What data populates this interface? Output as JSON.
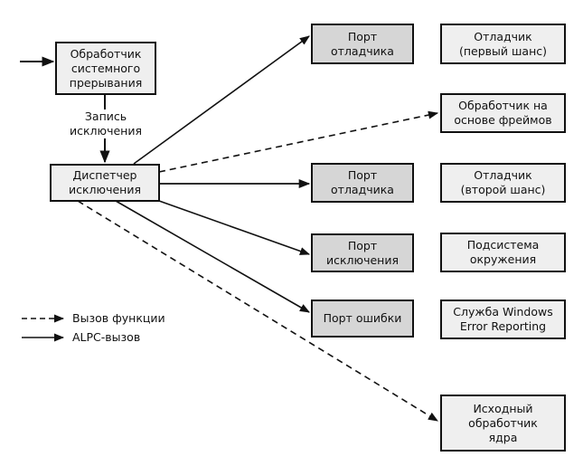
{
  "diagram": {
    "nodes": {
      "trap_handler": "Обработчик\nсистемного\nпрерывания",
      "dispatcher": "Диспетчер\nисключения",
      "debugger_port_1": "Порт\nотладчика",
      "debugger_port_2": "Порт\nотладчика",
      "exception_port": "Порт\nисключения",
      "error_port": "Порт ошибки",
      "debugger_first_chance": "Отладчик\n(первый шанс)",
      "frame_based_handler": "Обработчик на\nоснове фреймов",
      "debugger_second_chance": "Отладчик\n(второй шанс)",
      "environment_subsystem": "Подсистема\nокружения",
      "wer_service": "Служба Windows\nError Reporting",
      "default_kernel_handler": "Исходный\nобработчик\nядра"
    },
    "edge_label": "Запись\nисключения",
    "edges": [
      {
        "from": "external",
        "to": "trap_handler",
        "style": "solid"
      },
      {
        "from": "trap_handler",
        "to": "dispatcher",
        "style": "solid",
        "label": "Запись исключения"
      },
      {
        "from": "dispatcher",
        "to": "debugger_port_1",
        "style": "solid"
      },
      {
        "from": "dispatcher",
        "to": "frame_based_handler",
        "style": "dashed"
      },
      {
        "from": "dispatcher",
        "to": "debugger_port_2",
        "style": "solid"
      },
      {
        "from": "dispatcher",
        "to": "exception_port",
        "style": "solid"
      },
      {
        "from": "dispatcher",
        "to": "error_port",
        "style": "solid"
      },
      {
        "from": "dispatcher",
        "to": "default_kernel_handler",
        "style": "dashed"
      }
    ],
    "legend": {
      "dashed_label": "Вызов функции",
      "solid_label": "ALPC-вызов"
    }
  }
}
